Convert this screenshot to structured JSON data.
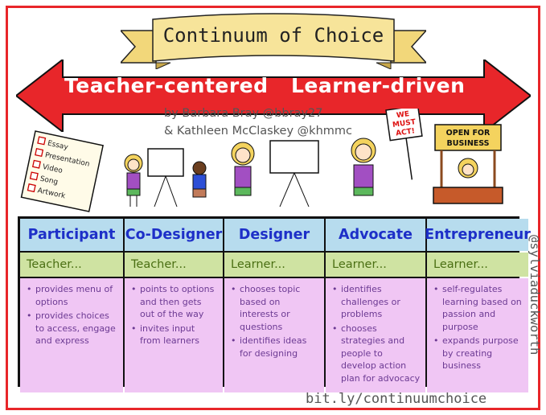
{
  "title": "Continuum of Choice",
  "arrow": {
    "left_label": "Teacher-centered",
    "right_label": "Learner-driven",
    "color": "#e8262a"
  },
  "credits": {
    "line1": "by Barbara Bray @bbray27",
    "line2": "& Kathleen McClaskey @khmmc",
    "illustrator": "@sylviaduckworth"
  },
  "scene": {
    "checklist": [
      "Essay",
      "Presentation",
      "Video",
      "Song",
      "Artwork"
    ],
    "protest_sign": [
      "WE",
      "MUST",
      "ACT!"
    ],
    "stand_sign": [
      "OPEN FOR",
      "BUSINESS"
    ]
  },
  "columns": [
    {
      "header": "Participant",
      "subheader": "Teacher...",
      "points": [
        "provides menu of options",
        "provides choices to access, engage and express"
      ]
    },
    {
      "header": "Co-Designer",
      "subheader": "Teacher...",
      "points": [
        "points to options and then gets out of the way",
        "invites input from learners"
      ]
    },
    {
      "header": "Designer",
      "subheader": "Learner...",
      "points": [
        "chooses topic based on interests or questions",
        "identifies ideas for designing"
      ]
    },
    {
      "header": "Advocate",
      "subheader": "Learner...",
      "points": [
        "identifies challenges or problems",
        "chooses strategies and people to develop action plan for advocacy"
      ]
    },
    {
      "header": "Entrepreneur",
      "subheader": "Learner...",
      "points": [
        "self-regulates learning based on passion and purpose",
        "expands purpose by creating business"
      ]
    }
  ],
  "footer_link": "bit.ly/continuumchoice",
  "colors": {
    "frame": "#e8262a",
    "header_bg": "#b7dcee",
    "header_text": "#1d2fc8",
    "subheader_bg": "#cfe3a2",
    "body_bg": "#f0c6f4",
    "banner": "#f7e49a"
  }
}
